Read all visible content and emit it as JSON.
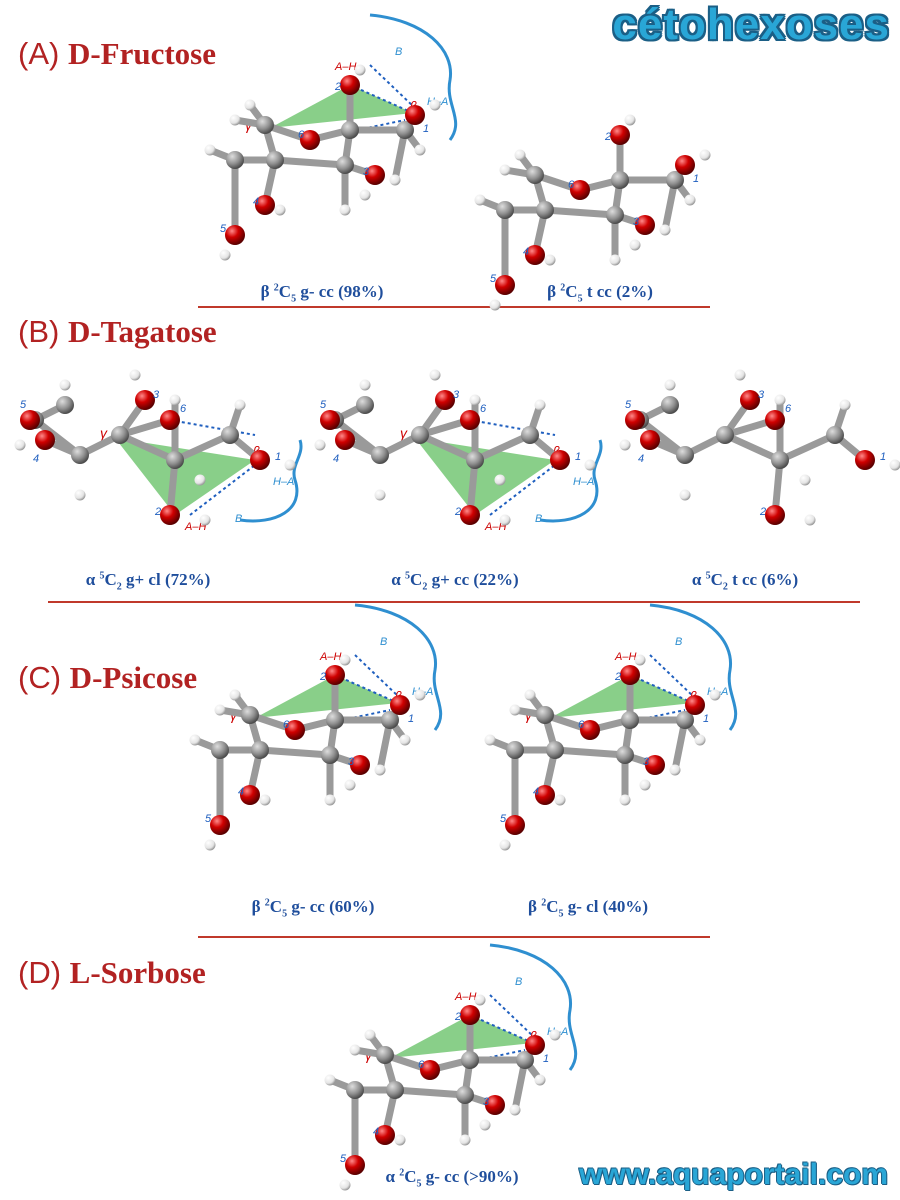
{
  "brand": "cétohexoses",
  "url": "www.aquaportail.com",
  "colors": {
    "title": "#b22222",
    "caption": "#1f4e9c",
    "bond": "#9a9a9a",
    "oxygen": "#cc0000",
    "hydrogen": "#f2f2f2",
    "triangle": "#6cc36c",
    "hbond": "#1f5fbf",
    "bracket": "#2f8fd0"
  },
  "icons": {
    "atom_oxygen": "red-sphere",
    "atom_hydrogen": "white-sphere",
    "atom_carbon": "grey-sphere",
    "interaction": "green-triangle",
    "bracket": "blue-curve"
  },
  "sections": [
    {
      "letter": "(A)",
      "prefix": "D",
      "name": "-Fructose",
      "conformers": [
        {
          "caption": {
            "a": "β ",
            "sup": "2",
            "b": "C",
            "sub": "5",
            "c": " g- cc (98%)"
          }
        },
        {
          "caption": {
            "a": "β ",
            "sup": "2",
            "b": "C",
            "sub": "5",
            "c": " t cc (2%)"
          }
        }
      ]
    },
    {
      "letter": "(B)",
      "prefix": "D",
      "name": "-Tagatose",
      "conformers": [
        {
          "caption": {
            "a": "α ",
            "sup": "5",
            "b": "C",
            "sub": "2",
            "c": " g+ cl (72%)"
          }
        },
        {
          "caption": {
            "a": "α ",
            "sup": "5",
            "b": "C",
            "sub": "2",
            "c": " g+ cc (22%)"
          }
        },
        {
          "caption": {
            "a": "α ",
            "sup": "5",
            "b": "C",
            "sub": "2",
            "c": " t cc (6%)"
          }
        }
      ]
    },
    {
      "letter": "(C)",
      "prefix": "D",
      "name": "-Psicose",
      "conformers": [
        {
          "caption": {
            "a": "β ",
            "sup": "2",
            "b": "C",
            "sub": "5",
            "c": " g- cc (60%)"
          }
        },
        {
          "caption": {
            "a": "β ",
            "sup": "2",
            "b": "C",
            "sub": "5",
            "c": " g- cl (40%)"
          }
        }
      ]
    },
    {
      "letter": "(D)",
      "prefix": "L",
      "name": "-Sorbose",
      "conformers": [
        {
          "caption": {
            "a": "α ",
            "sup": "2",
            "b": "C",
            "sub": "5",
            "c": " g- cc (>90%)"
          }
        }
      ]
    }
  ],
  "labels": {
    "gamma": "γ",
    "beta": "β",
    "ah": "A–H",
    "ha": "H–A",
    "b": "B",
    "n1": "1",
    "n2": "2",
    "n3": "3",
    "n4": "4",
    "n5": "5",
    "n6": "6"
  }
}
